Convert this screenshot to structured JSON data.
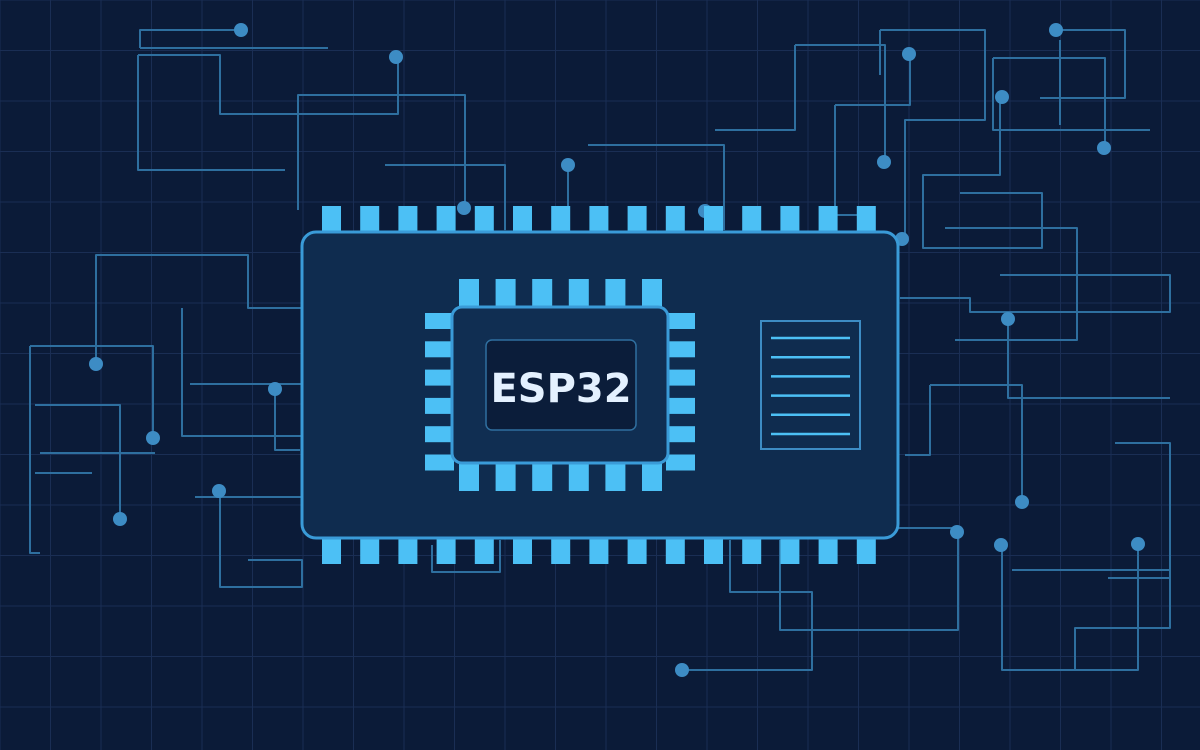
{
  "chip_label": "ESP32",
  "colors": {
    "background": "#0b1b38",
    "grid": "#1a2e54",
    "trace": "#2e6f9f",
    "trace_dot": "#3d8cc4",
    "board_fill": "#0f2c4f",
    "board_stroke": "#3a9bd8",
    "pin": "#4cc0f5",
    "chip_fill": "#102e52",
    "die_fill": "#0b1d3a",
    "label": "#e4f1ff",
    "panel_stroke": "#3d8cc4"
  },
  "icons": [
    "circuit-trace",
    "microcontroller-chip",
    "module-pin",
    "memory-panel"
  ]
}
